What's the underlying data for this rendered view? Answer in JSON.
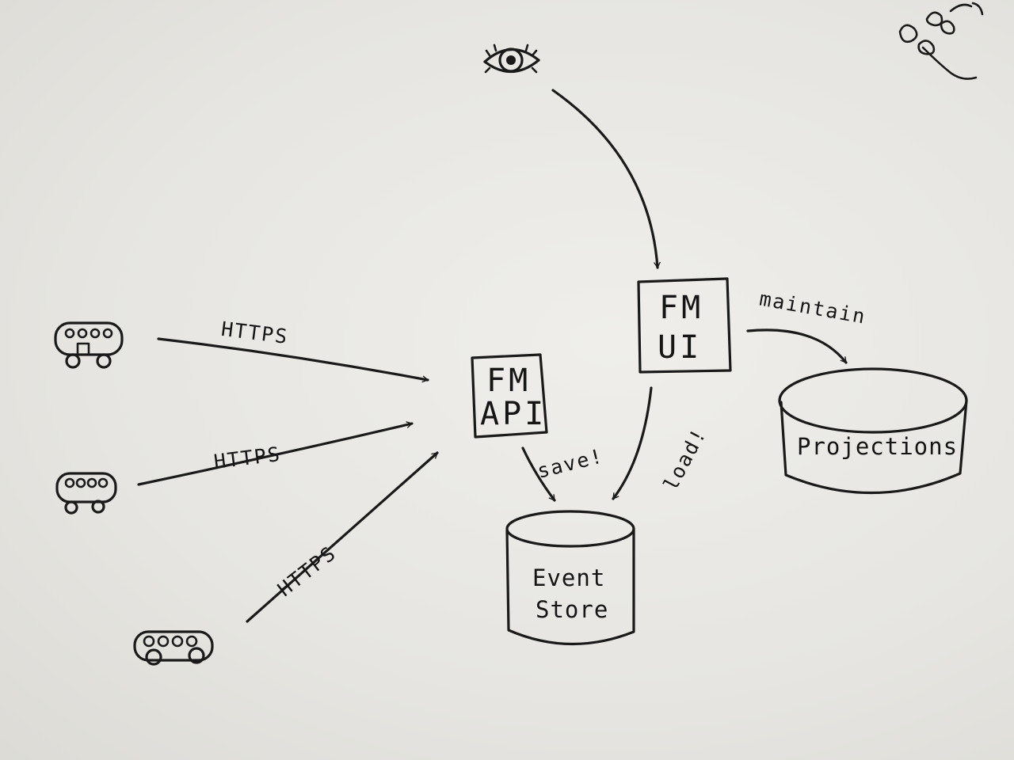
{
  "nodes": {
    "fm_api": {
      "line1": "FM",
      "line2": "API"
    },
    "fm_ui": {
      "line1": "FM",
      "line2": "UI"
    },
    "event_store": {
      "line1": "Event",
      "line2": "Store"
    },
    "projections": {
      "label": "Projections"
    }
  },
  "edges": {
    "https_top": "HTTPS",
    "https_middle": "HTTPS",
    "https_bottom": "HTTPS",
    "save": "save!",
    "load": "load!",
    "maintain": "maintain"
  },
  "icons": {
    "observer": "eye-icon",
    "clients": [
      "bus-icon",
      "bus-icon",
      "bus-icon"
    ],
    "corner_doodle": "flower-doodle-icon"
  },
  "colors": {
    "paper": "#ecebe7",
    "ink": "#1a1a1a"
  }
}
